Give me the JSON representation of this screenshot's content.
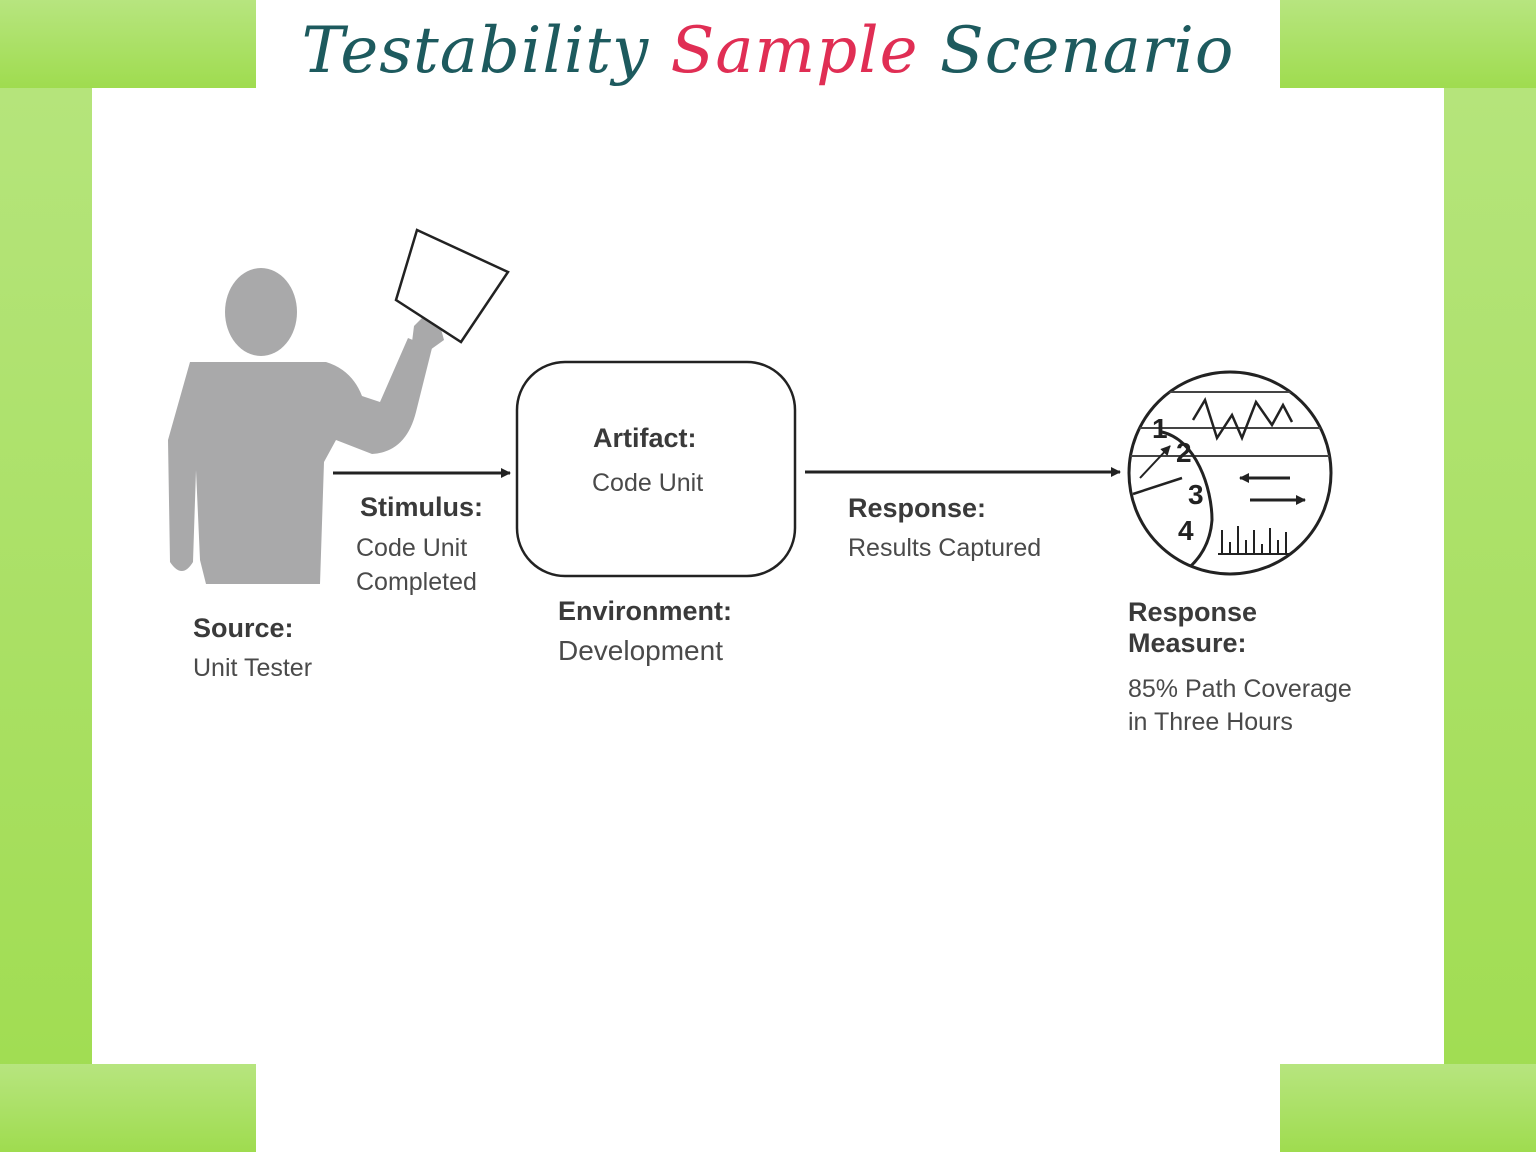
{
  "title": {
    "part1": "Testability",
    "part2": "Sample",
    "part3": "Scenario"
  },
  "colors": {
    "frame": "#a7df5f",
    "title": "#1d5a5e",
    "title_accent": "#e02e54",
    "figure": "#a9a9aa"
  },
  "source": {
    "heading": "Source:",
    "value": "Unit Tester"
  },
  "stimulus": {
    "heading": "Stimulus:",
    "line1": "Code Unit",
    "line2": "Completed"
  },
  "artifact": {
    "heading": "Artifact:",
    "value": "Code Unit"
  },
  "environment": {
    "heading": "Environment:",
    "value": "Development"
  },
  "response": {
    "heading": "Response:",
    "value": "Results Captured"
  },
  "response_measure": {
    "heading1": "Response",
    "heading2": "Measure:",
    "line1": "85% Path Coverage",
    "line2": "in Three Hours"
  },
  "dial_numbers": [
    "1",
    "2",
    "3",
    "4"
  ]
}
